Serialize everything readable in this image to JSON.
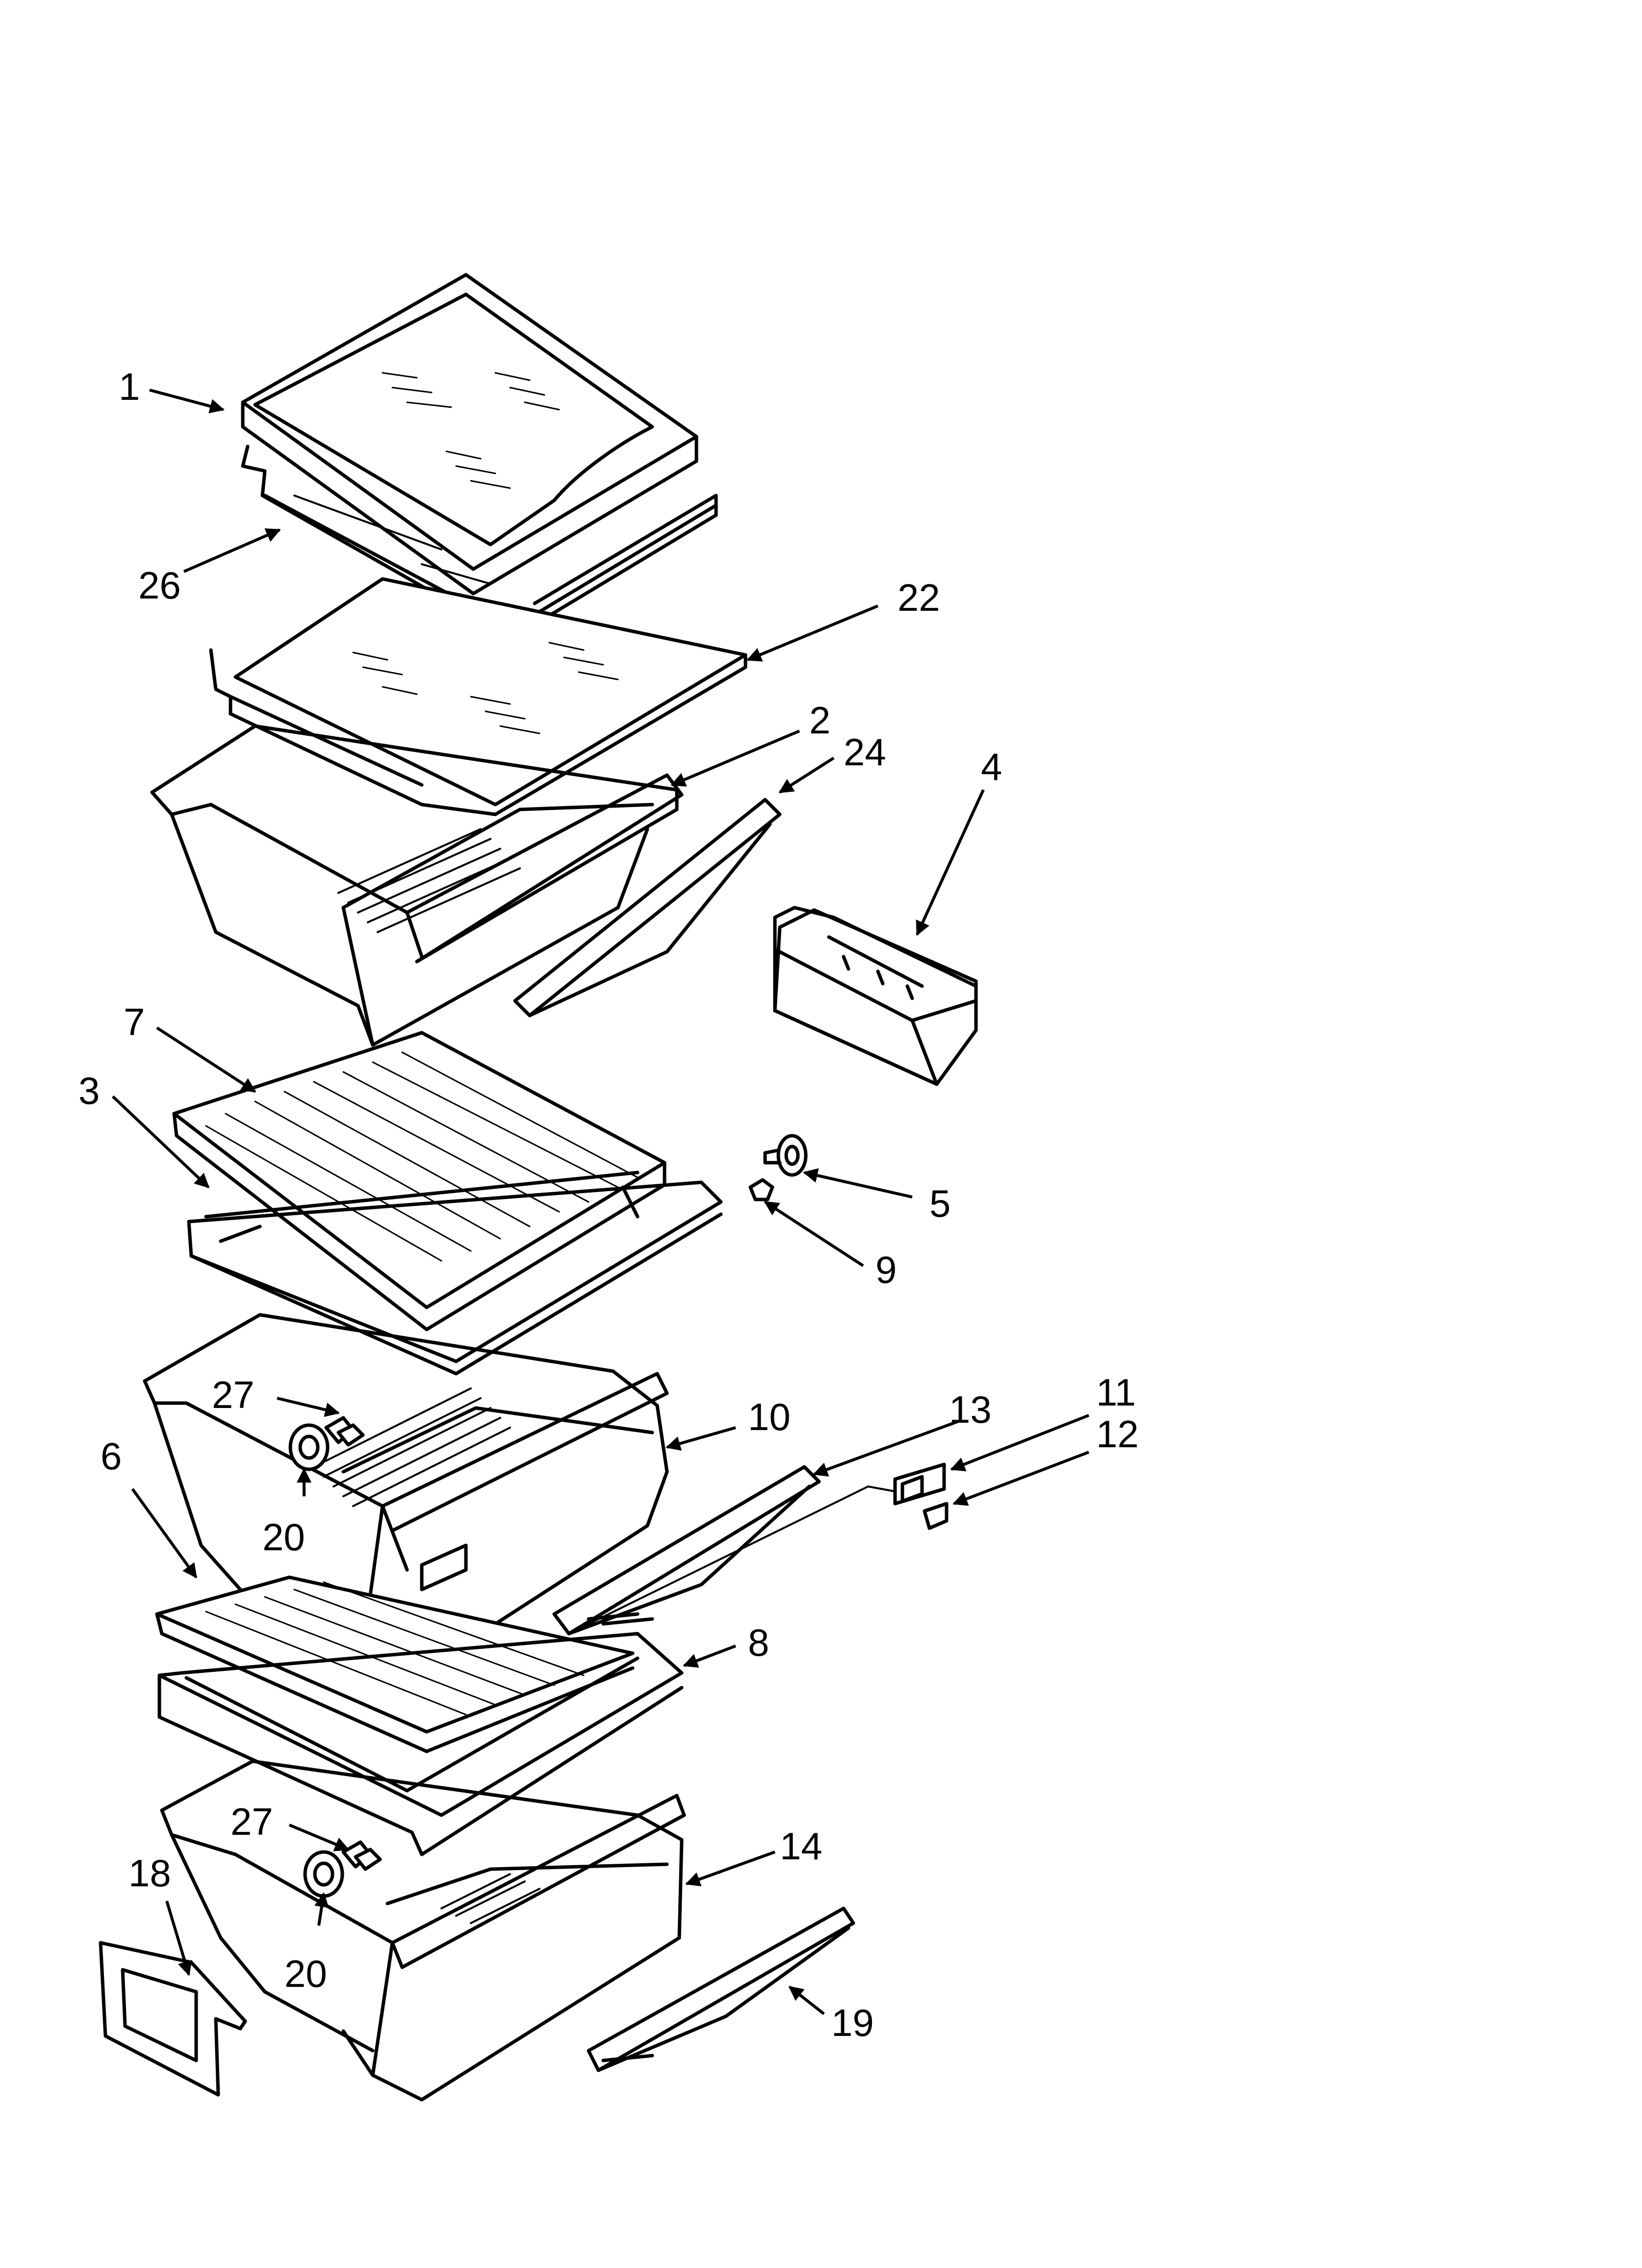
{
  "callouts": [
    {
      "id": "1",
      "text": "1"
    },
    {
      "id": "26",
      "text": "26"
    },
    {
      "id": "22",
      "text": "22"
    },
    {
      "id": "2",
      "text": "2"
    },
    {
      "id": "24",
      "text": "24"
    },
    {
      "id": "4",
      "text": "4"
    },
    {
      "id": "7",
      "text": "7"
    },
    {
      "id": "3",
      "text": "3"
    },
    {
      "id": "5",
      "text": "5"
    },
    {
      "id": "9",
      "text": "9"
    },
    {
      "id": "27a",
      "text": "27"
    },
    {
      "id": "10",
      "text": "10"
    },
    {
      "id": "13",
      "text": "13"
    },
    {
      "id": "11",
      "text": "11"
    },
    {
      "id": "12",
      "text": "12"
    },
    {
      "id": "6",
      "text": "6"
    },
    {
      "id": "20a",
      "text": "20"
    },
    {
      "id": "8",
      "text": "8"
    },
    {
      "id": "27b",
      "text": "27"
    },
    {
      "id": "14",
      "text": "14"
    },
    {
      "id": "18",
      "text": "18"
    },
    {
      "id": "20b",
      "text": "20"
    },
    {
      "id": "19",
      "text": "19"
    }
  ]
}
